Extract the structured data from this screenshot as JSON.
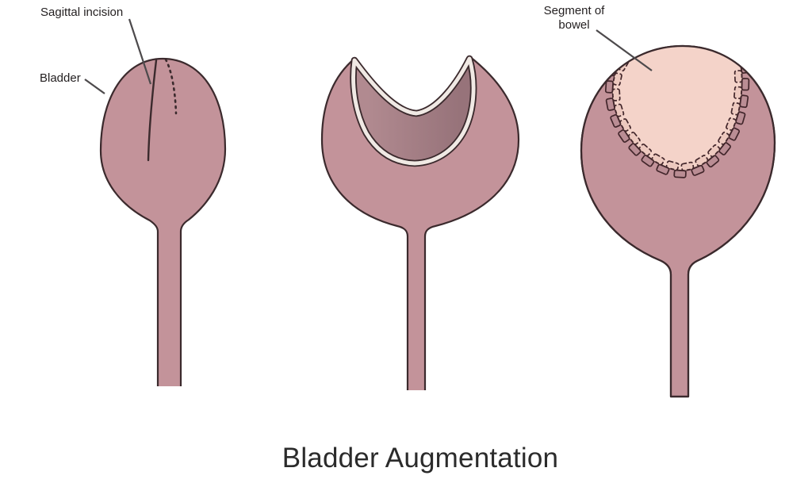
{
  "title": "Bladder Augmentation",
  "labels": {
    "sagittal_incision": "Sagittal incision",
    "bladder": "Bladder",
    "segment_of_bowel": "Segment of bowel"
  },
  "colors": {
    "bladder_fill": "#c3939a",
    "outline": "#3b2a2d",
    "lumen_light": "#b18a90",
    "lumen_dark": "#97737a",
    "cut_edge": "#f0e9e4",
    "bowel_patch": "#f4d3c9",
    "stitch_inner": "#edc9bf",
    "stitch_outer": "#ba8d94",
    "suture_stroke": "#42262b",
    "leader_line": "#4d4a4c",
    "label_text": "#231f20",
    "title_text": "#2b2b2b"
  }
}
